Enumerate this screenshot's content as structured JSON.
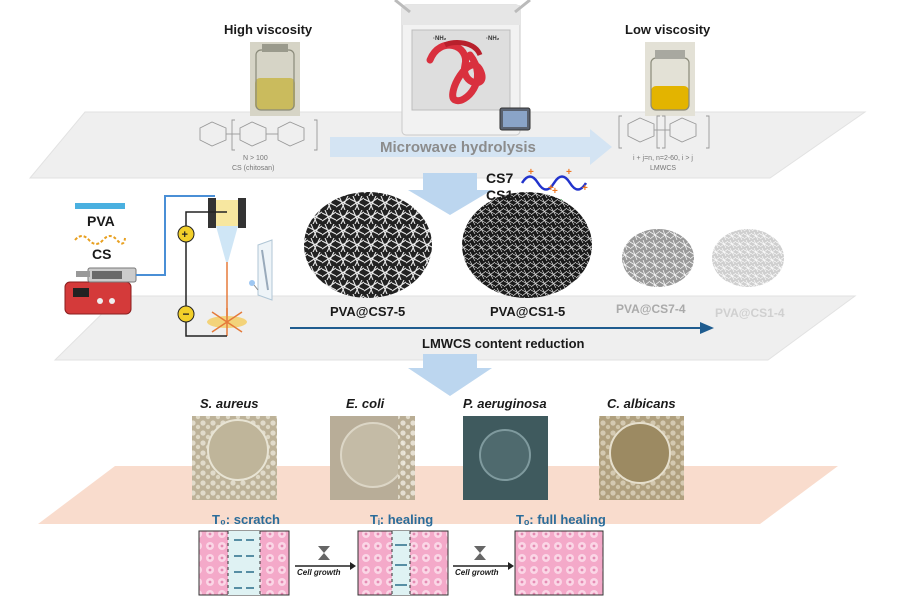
{
  "stage1": {
    "high_viscosity": "High viscosity",
    "low_viscosity": "Low viscosity",
    "process": "Microwave hydrolysis",
    "cs_n": "N > 100",
    "cs_name": "CS (chitosan)",
    "lmwcs_n": "i + j=n, n=2-60, i > j",
    "lmwcs_name": "LMWCS"
  },
  "stage2": {
    "pva": "PVA",
    "cs": "CS",
    "cs7": "CS7",
    "cs1": "CS1",
    "samples": [
      "PVA@CS7-5",
      "PVA@CS1-5",
      "PVA@CS7-4",
      "PVA@CS1-4"
    ],
    "trend": "LMWCS content reduction"
  },
  "stage3": {
    "organisms": [
      "S. aureus",
      "E. coli",
      "P. aeruginosa",
      "C. albicans"
    ],
    "t0": "T₀: scratch",
    "ti": "Tᵢ: healing",
    "tf": "Tₒ: full healing",
    "cell_growth": "Cell growth"
  },
  "colors": {
    "plane": "#eeeeee",
    "arrow_light": "#bcd6ef",
    "trend_arrow": "#1f5c8f",
    "pink_plane": "#f8d8c8",
    "cell_pink": "#f2a3c6",
    "cs7_blue": "#2233cc",
    "cs1_green": "#1f9a2f",
    "charge": "#ee7722"
  }
}
